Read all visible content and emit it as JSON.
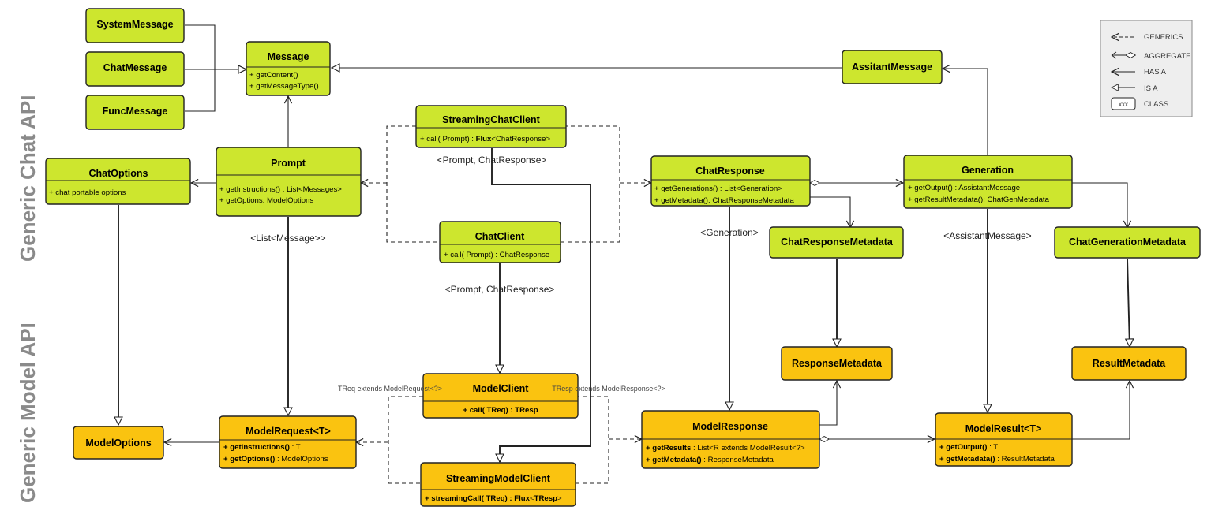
{
  "side_labels": {
    "chat_api": "Generic Chat API",
    "model_api": "Generic Model API"
  },
  "colors": {
    "chat_fill": "#cde62e",
    "model_fill": "#fac310",
    "stroke": "#222222",
    "legend_bg": "#eeeeee"
  },
  "legend": {
    "generics": "GENERICS",
    "aggregate": "AGGREGATE",
    "has_a": "HAS A",
    "is_a": "IS A",
    "class_box": "xxx",
    "class": "CLASS"
  },
  "classes": {
    "system_message": {
      "title": "SystemMessage"
    },
    "chat_message": {
      "title": "ChatMessage"
    },
    "func_message": {
      "title": "FuncMessage"
    },
    "message": {
      "title": "Message",
      "m1": "+ getContent()",
      "m2": "+ getMessageType()"
    },
    "assistant_message": {
      "title": "AssitantMessage"
    },
    "chat_options": {
      "title": "ChatOptions",
      "m1": "+ chat portable options"
    },
    "prompt": {
      "title": "Prompt",
      "m1": "+ getInstructions() : List<Messages>",
      "m2": "+ getOptions: ModelOptions"
    },
    "streaming_chat_client": {
      "title": "StreamingChatClient",
      "m1_pre": "+ call( Prompt) : ",
      "m1_bold": "Flux",
      "m1_post": "<ChatResponse>"
    },
    "chat_client": {
      "title": "ChatClient",
      "m1": "+ call( Prompt) : ChatResponse"
    },
    "chat_response": {
      "title": "ChatResponse",
      "m1": "+ getGenerations() : List<Generation>",
      "m2": "+ getMetadata(): ChatResponseMetadata"
    },
    "generation": {
      "title": "Generation",
      "m1": "+ getOutput() : AssistantMessage",
      "m2": "+ getResultMetadata(): ChatGenMetadata"
    },
    "chat_response_metadata": {
      "title": "ChatResponseMetadata"
    },
    "chat_generation_metadata": {
      "title": "ChatGenerationMetadata"
    },
    "response_metadata": {
      "title": "ResponseMetadata"
    },
    "result_metadata": {
      "title": "ResultMetadata"
    },
    "model_options": {
      "title": "ModelOptions"
    },
    "model_request": {
      "title": "ModelRequest<T>",
      "m1_bold": "+ getInstructions()",
      "m1_post": " : T",
      "m2_bold": "+ getOptions()",
      "m2_post": " : ModelOptions"
    },
    "model_client": {
      "title": "ModelClient",
      "m1_bold": "+ call( TReq) : TResp"
    },
    "streaming_model_client": {
      "title": "StreamingModelClient",
      "m1_bold1": "+ streamingCall( TReq) : ",
      "m1_bold2": "Flux",
      "m1_mid": "<",
      "m1_bold3": "TResp",
      "m1_post": ">"
    },
    "model_response": {
      "title": "ModelResponse",
      "m1_bold": "+ getResults",
      "m1_post": " : List<R extends ModelResult<?>",
      "m2_bold": "+ getMetadata()",
      "m2_post": " : ResponseMetadata"
    },
    "model_result": {
      "title": "ModelResult<T>",
      "m1_bold": "+ getOutput()",
      "m1_post": " : T",
      "m2_bold": "+ getMetadata()",
      "m2_post": " : ResultMetadata"
    }
  },
  "annotations": {
    "prompt_chatresponse_1": "<Prompt, ChatResponse>",
    "list_message": "<List<Message>>",
    "prompt_chatresponse_2": "<Prompt, ChatResponse>",
    "generation_generic": "<Generation>",
    "assistant_message_generic": "<AssistantMessage>",
    "treq_extends": "TReq extends ModelRequest<?>",
    "tresp_extends": "TResp extends ModelResponse<?>"
  }
}
